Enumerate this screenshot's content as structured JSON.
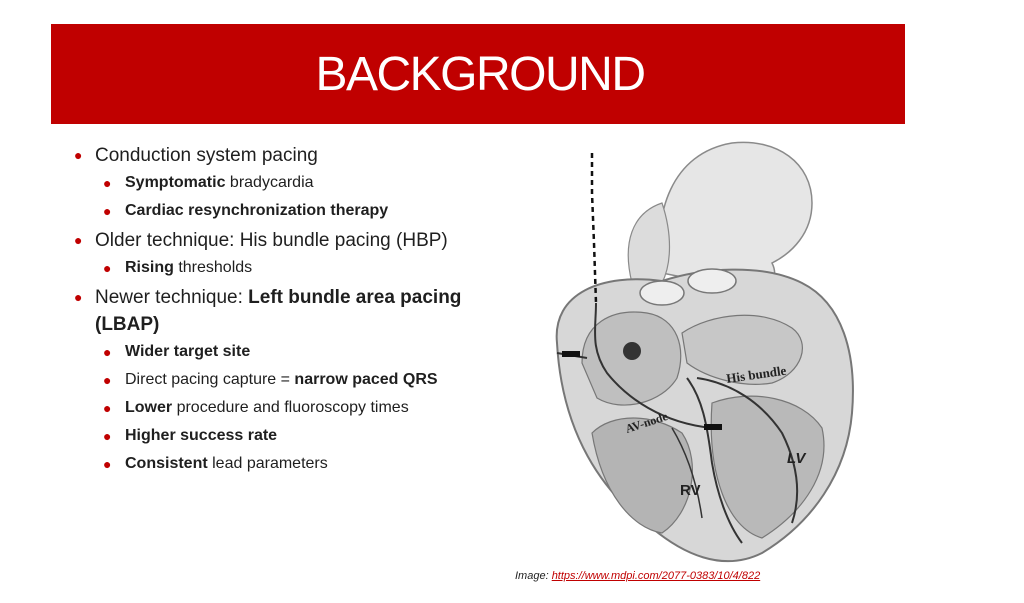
{
  "slide": {
    "title": "BACKGROUND"
  },
  "bullets": {
    "b1": {
      "text": "Conduction system pacing"
    },
    "b1_sub1": {
      "bold": "Symptomatic",
      "rest": " bradycardia"
    },
    "b1_sub2": {
      "bold": "Cardiac resynchronization therapy"
    },
    "b2": {
      "text": "Older technique: His bundle pacing (HBP)"
    },
    "b2_sub1": {
      "bold": "Rising",
      "rest": " thresholds"
    },
    "b3": {
      "text": "Newer technique: ",
      "bold": "Left bundle area pacing (LBAP)"
    },
    "b3_sub1": {
      "bold": "Wider target site"
    },
    "b3_sub2": {
      "text": "Direct pacing capture = ",
      "bold": "narrow paced QRS"
    },
    "b3_sub3": {
      "bold": "Lower",
      "rest": " procedure and fluoroscopy times"
    },
    "b3_sub4": {
      "bold": "Higher success rate"
    },
    "b3_sub5": {
      "bold": "Consistent",
      "rest": " lead parameters"
    }
  },
  "figure": {
    "labels": {
      "his": "His bundle",
      "av": "AV-node",
      "lv": "LV",
      "rv": "RV"
    }
  },
  "caption": {
    "prefix": "Image: ",
    "link": "https://www.mdpi.com/2077-0383/10/4/822"
  }
}
